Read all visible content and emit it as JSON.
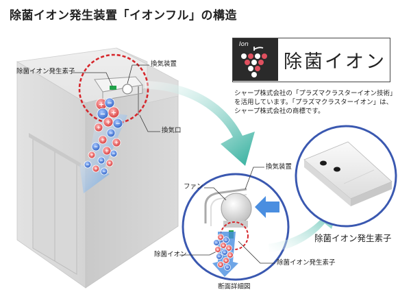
{
  "title": "除菌イオン発生装置「イオンフル」の構造",
  "labels": {
    "ion_element_top": "除菌イオン発生素子",
    "ventilation_device_top": "換気装置",
    "air_outlet": "換気口",
    "fan": "ファン",
    "ventilation_device_detail": "換気装置",
    "sterilizing_ion": "除菌イオン",
    "ion_element_detail": "除菌イオン発生素子",
    "cross_section": "断面詳細図",
    "ion_element_zoom": "除菌イオン発生素子"
  },
  "logo": {
    "word": "Ion",
    "text": "除菌イオン"
  },
  "description": [
    "シャープ株式会社の「プラズマクラスターイオン技術」",
    "を活用しています。「プラズマクラスターイオン」は、",
    "シャープ株式会社の商標です。"
  ],
  "ion_signs": {
    "positive": "+",
    "negative": "−"
  },
  "colors": {
    "highlight_red": "#d6262b",
    "circle_blue": "#3a58b0",
    "arrow_teal": "#3fb1a2",
    "arrow_blue": "#4a8ee0",
    "ion_positive": "#d94545",
    "ion_negative": "#2f66c9"
  }
}
